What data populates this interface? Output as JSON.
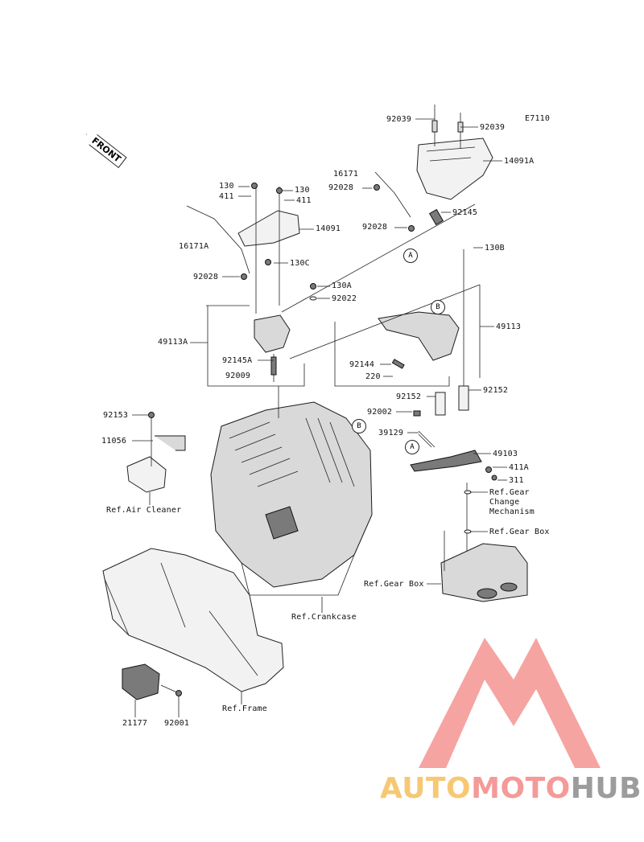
{
  "diagram_code": "E7110",
  "front_label": "FRONT",
  "part_numbers": {
    "p92039_left": "92039",
    "p92039_right": "92039",
    "p14091A": "14091A",
    "p16171": "16171",
    "p92028_top": "92028",
    "p92145_top": "92145",
    "p92028_mid": "92028",
    "p130B": "130B",
    "p130_left": "130",
    "p411_left": "411",
    "p130_right": "130",
    "p411_right": "411",
    "p14091": "14091",
    "p16171A": "16171A",
    "p130C": "130C",
    "p92028_left": "92028",
    "p130A": "130A",
    "p92022": "92022",
    "p49113A": "49113A",
    "p49113": "49113",
    "p92145A": "92145A",
    "p92009": "92009",
    "p92144": "92144",
    "p220": "220",
    "p92152_left": "92152",
    "p92152_right": "92152",
    "p92002": "92002",
    "p39129": "39129",
    "p49103": "49103",
    "p411A": "411A",
    "p311": "311",
    "p92153": "92153",
    "p11056": "11056",
    "p21177": "21177",
    "p92001": "92001"
  },
  "references": {
    "air_cleaner": "Ref.Air Cleaner",
    "gear_change": "Ref.Gear\nChange\nMechanism",
    "gear_box_right": "Ref.Gear Box",
    "gear_box_left": "Ref.Gear Box",
    "crankcase": "Ref.Crankcase",
    "frame": "Ref.Frame"
  },
  "callouts": {
    "a_top": "A",
    "b_top": "B",
    "b_mid": "B",
    "a_mid": "A"
  },
  "watermark": {
    "brand_part1": "AUTO",
    "brand_part2": "MOTO",
    "brand_part3": "HUB",
    "color_auto": "#f7c873",
    "color_moto": "#f49a98",
    "color_hub": "#9c9c9c"
  }
}
